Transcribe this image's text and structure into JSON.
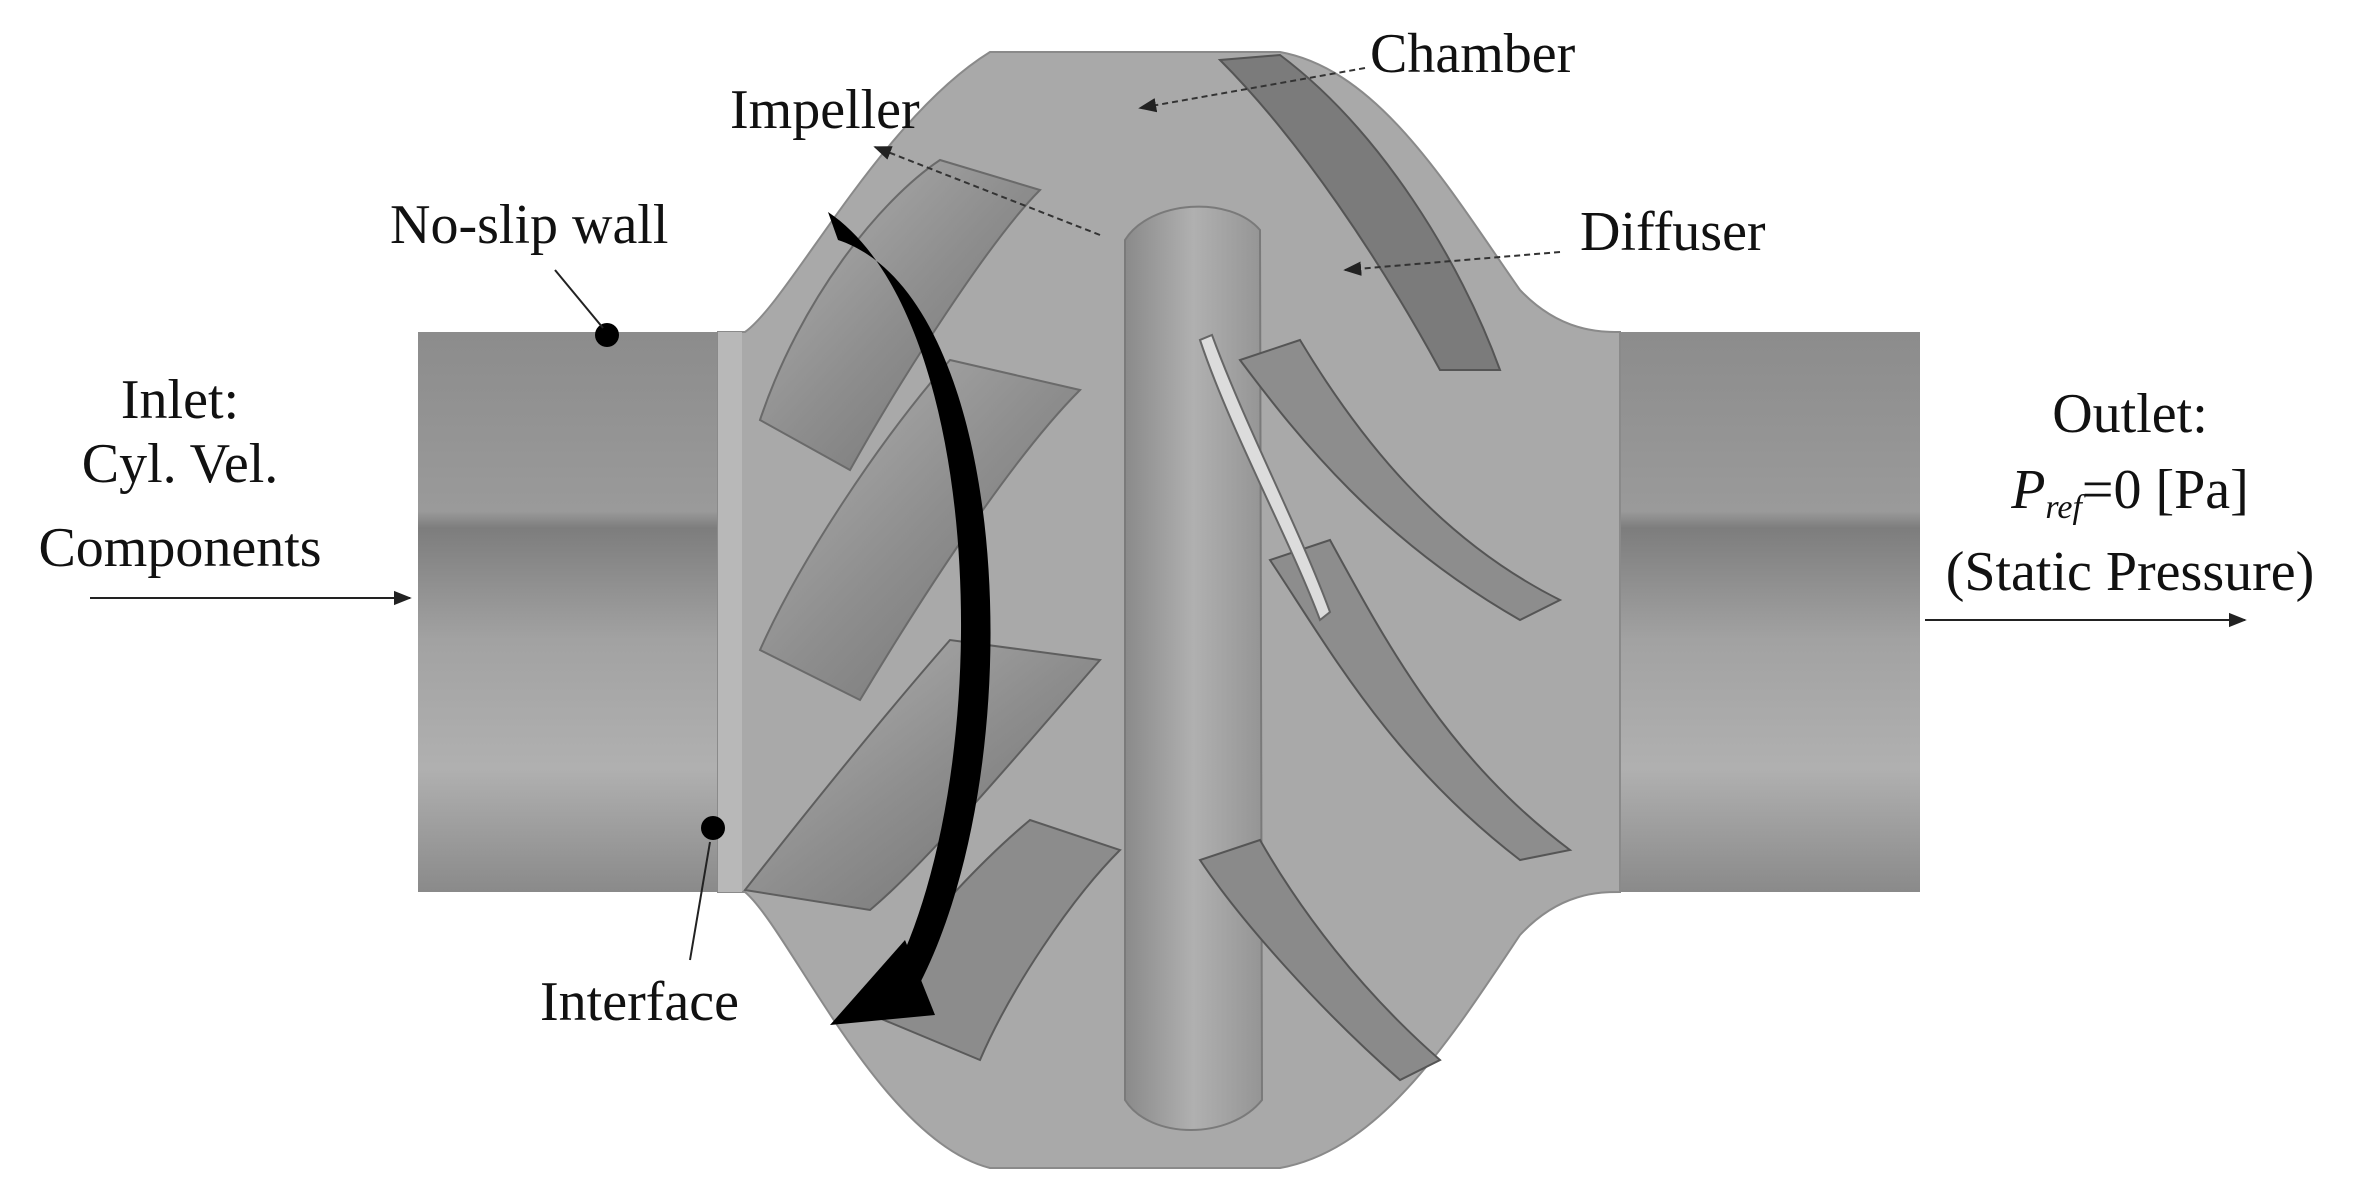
{
  "labels": {
    "chamber": "Chamber",
    "impeller": "Impeller",
    "diffuser": "Diffuser",
    "no_slip_wall": "No-slip wall",
    "interface": "Interface",
    "inlet": [
      "Inlet:",
      "Cyl. Vel.",
      "Components"
    ],
    "outlet": {
      "line1": "Outlet:",
      "pressure_symbol": "P",
      "pressure_subscript": "ref",
      "pressure_value": "=0 [Pa]",
      "line3": "(Static Pressure)"
    }
  },
  "colors": {
    "background": "#ffffff",
    "pipe": "#8f8f8f",
    "casing": "#aaaaaa",
    "blade": "#9c9c9c",
    "blade_dark": "#5a5a5a",
    "hub": "#a4a4a4",
    "text": "#111111",
    "rotation_arrow": "#000000"
  }
}
